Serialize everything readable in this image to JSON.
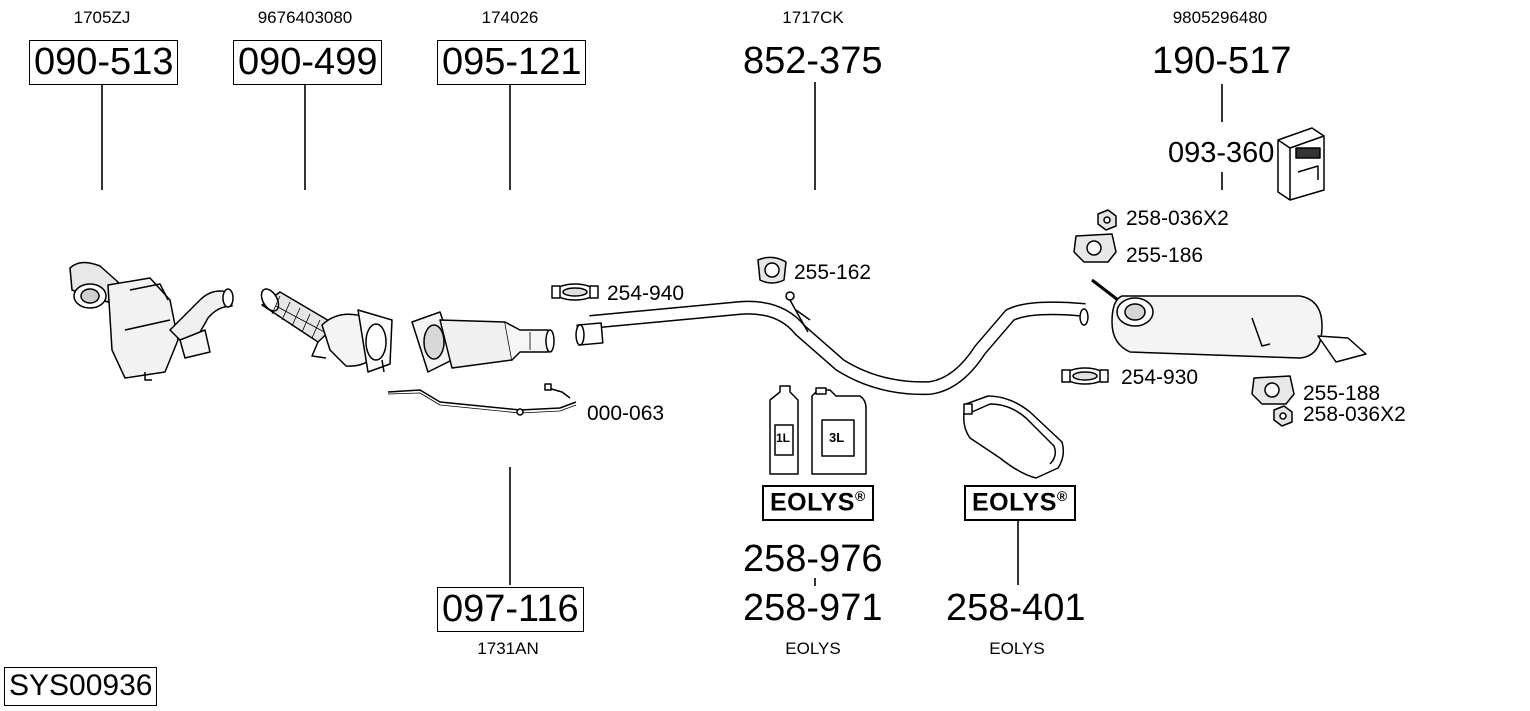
{
  "parts": {
    "p1": {
      "oem": "1705ZJ",
      "ref": "090-513"
    },
    "p2": {
      "oem": "9676403080",
      "ref": "090-499"
    },
    "p3": {
      "oem": "174026",
      "ref": "095-121"
    },
    "p4": {
      "oem": "1717CK",
      "ref": "852-375"
    },
    "p5": {
      "oem": "9805296480",
      "ref": "190-517"
    },
    "p6": {
      "ref": "093-360"
    },
    "p7": {
      "ref": "097-116",
      "oem": "1731AN"
    },
    "p8": {
      "ref_a": "258-976",
      "ref_b": "258-971",
      "oem": "EOLYS"
    },
    "p9": {
      "ref": "258-401",
      "oem": "EOLYS"
    }
  },
  "small_refs": {
    "clamp_254_940": "254-940",
    "mount_255_162": "255-162",
    "sensor_000_063": "000-063",
    "nut_258_036_top": "258-036X2",
    "mount_255_186": "255-186",
    "clamp_254_930": "254-930",
    "mount_255_188": "255-188",
    "nut_258_036_bottom": "258-036X2"
  },
  "brand": {
    "name": "EOLYS",
    "mark": "®"
  },
  "bottles": {
    "small": "1L",
    "large": "3L"
  },
  "system_code": "SYS00936",
  "colors": {
    "line": "#000000",
    "part_fill": "#ffffff",
    "part_shade": "#d9d9d9"
  }
}
